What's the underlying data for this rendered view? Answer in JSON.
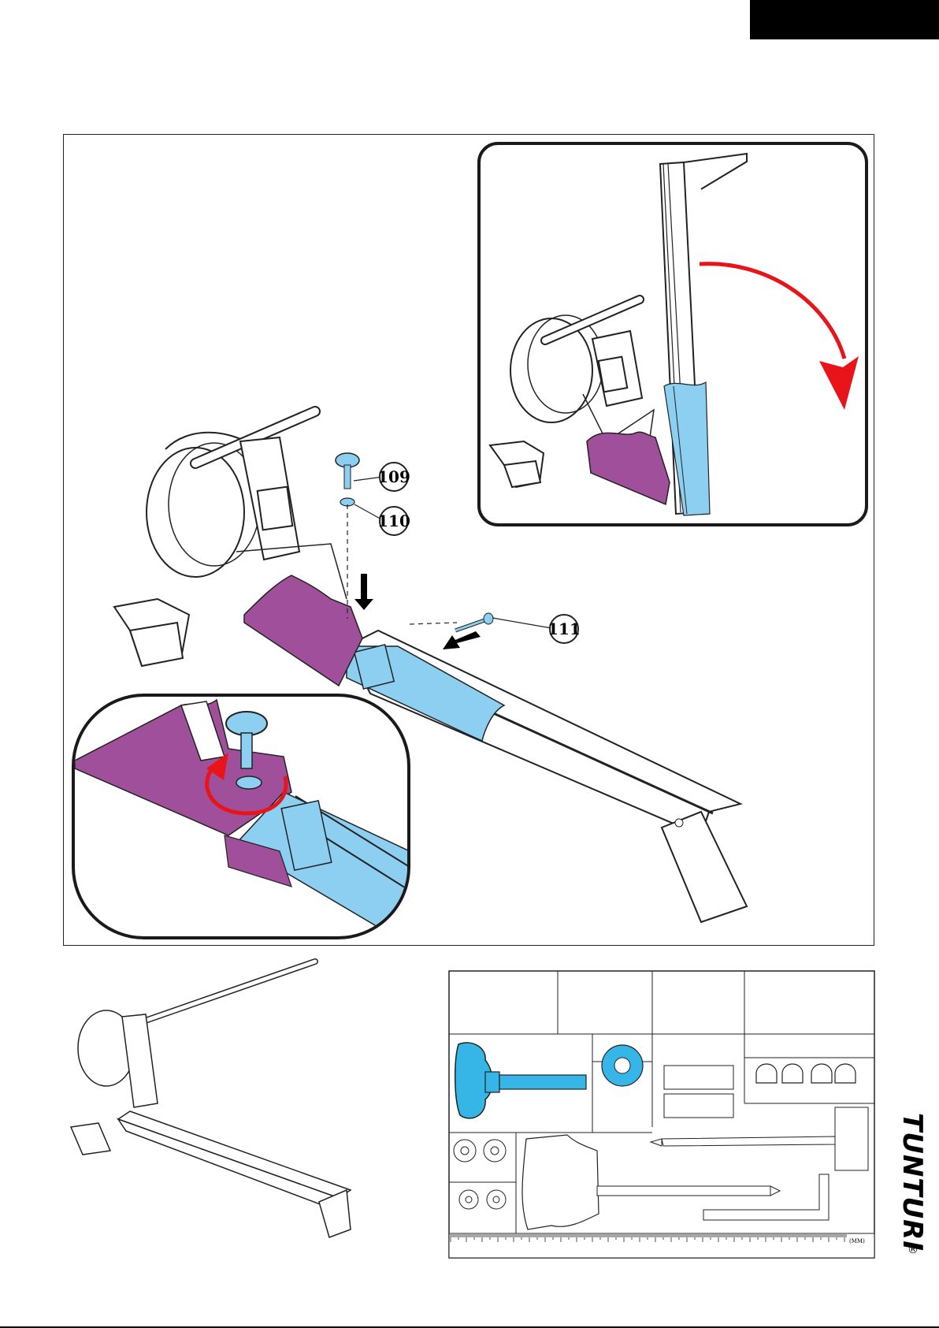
{
  "callouts": {
    "part_109": "109",
    "part_110": "110",
    "part_111": "111"
  },
  "brand": {
    "name": "TUNTURI",
    "registered": "®"
  },
  "hardware_panel": {
    "ruler_unit": "(MM)"
  },
  "colors": {
    "highlight_purple": "#a0509a",
    "highlight_blue": "#8ccff0",
    "part_blue": "#35b6e6",
    "arrow_red": "#e8141a"
  },
  "icons": {
    "rotate_arrow": "rotate-arrow-icon",
    "down_arrow": "down-arrow-icon",
    "insert_arrow": "insert-arrow-icon"
  }
}
